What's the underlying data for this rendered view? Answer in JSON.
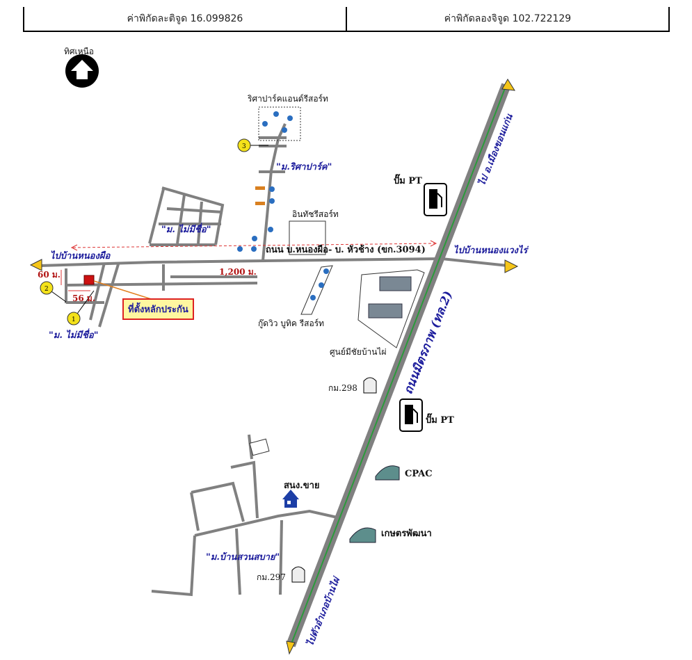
{
  "coordinates": {
    "latitude_label": "ค่าพิกัดละติจูด 16.099826",
    "longitude_label": "ค่าพิกัดลองจิจูด 102.722129"
  },
  "compass": {
    "label": "ทิศเหนือ",
    "icon": "north-arrow-icon"
  },
  "roads": {
    "to_khon_kaen": "ไป อ.เมืองขอนแก่น",
    "to_nong_waeng_rai": "ไปบ้านหนองแวงไร่",
    "to_nong_phue": "ไปบ้านหนองผือ",
    "to_ban_phai": "ไปตัวอำเภอบ้านไผ่",
    "local_road": "ถนน บ.หนองผือ- บ. หัวช้าง (ขก.3094)",
    "highway": "ถนนมิตรภาพ (ทล.2)"
  },
  "villages": {
    "ritsa_park": "\"ม.ริศาปาร์ค\"",
    "no_name_north": "\"ม. ไม่มีชื่อ\"",
    "no_name_south": "\"ม. ไม่มีชื่อ\"",
    "ban_suan_sabai": "\"ม.บ้านสวนสบาย\""
  },
  "places": {
    "ritsa_park_resort": "ริศาปาร์คแอนด์รีสอร์ท",
    "inthat_resort": "อินทัชรีสอร์ท",
    "goodview_resort": "กู๊ดวิว บูทิค รีสอร์ท",
    "medical_center": "ศูนย์มีชัยบ้านไผ่",
    "pt_station_north": "ปั๊ม PT",
    "pt_station_south": "ปั๊ม PT",
    "km298": "กม.298",
    "km297": "กม.297",
    "cpac": "CPAC",
    "kaset": "เกษตรพัฒนา",
    "sno": "สนง.ขาย"
  },
  "distances": {
    "main": "1,200 ม.",
    "vertical": "60 ม.",
    "horizontal": "56 ม."
  },
  "markers": [
    "1",
    "2",
    "3"
  ],
  "collateral_label": "ที่ตั้งหลักประกัน",
  "colors": {
    "road": "#808080",
    "highway_line": "#2a9a3a",
    "highway_arrow": "#f5c518",
    "label_blue": "#1c1c9c",
    "distance_red": "#b01010",
    "marker": "#f4e21a"
  }
}
